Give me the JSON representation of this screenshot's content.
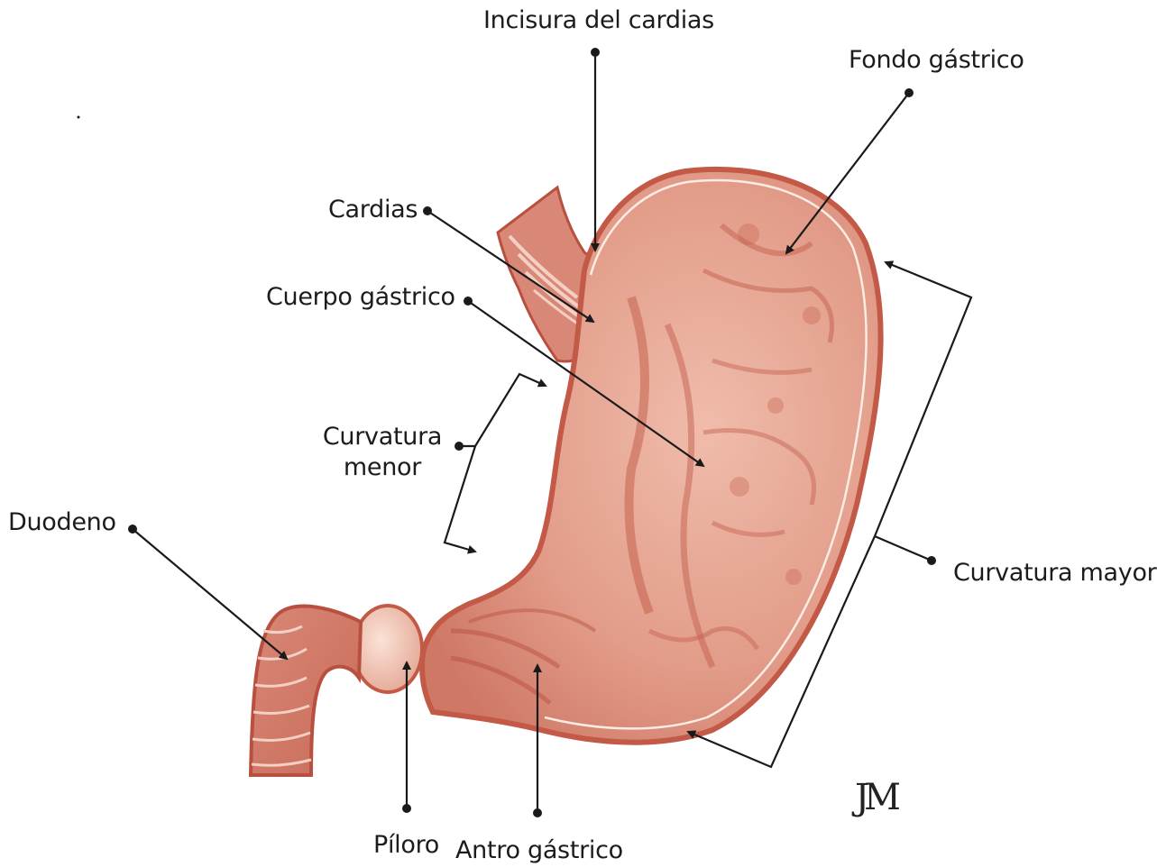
{
  "labels": {
    "incisura_cardias": "Incisura del cardias",
    "fondo_gastrico": "Fondo gástrico",
    "cardias": "Cardias",
    "cuerpo_gastrico": "Cuerpo gástrico",
    "curvatura_menor_line1": "Curvatura",
    "curvatura_menor_line2": "menor",
    "duodeno": "Duodeno",
    "curvatura_mayor": "Curvatura mayor",
    "piloro": "Píloro",
    "antro_gastrico": "Antro gástrico"
  },
  "signature": "JM",
  "colors": {
    "tissue_outer": "#c8604e",
    "tissue_main": "#e7a493",
    "tissue_dark": "#b9503f",
    "mucosa_light": "#f2cabb",
    "pylorus": "#f0c6b6",
    "leader_line": "#1a1a1a"
  }
}
